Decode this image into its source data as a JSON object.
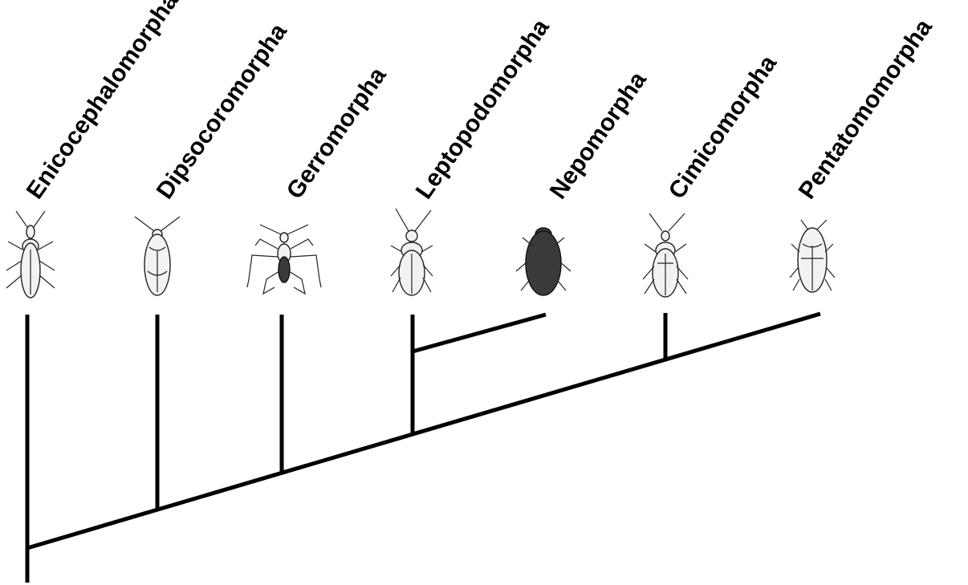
{
  "taxa": [
    {
      "id": "enicocephalomorpha",
      "label": "Enicocephalomorpha",
      "icon": "insect-icon"
    },
    {
      "id": "dipsocoromorpha",
      "label": "Dipsocoromorpha",
      "icon": "insect-icon"
    },
    {
      "id": "gerromorpha",
      "label": "Gerromorpha",
      "icon": "water-strider-icon"
    },
    {
      "id": "leptopodomorpha",
      "label": "Leptopodomorpha",
      "icon": "insect-icon"
    },
    {
      "id": "nepomorpha",
      "label": "Nepomorpha",
      "icon": "water-bug-icon"
    },
    {
      "id": "cimicomorpha",
      "label": "Cimicomorpha",
      "icon": "insect-icon"
    },
    {
      "id": "pentatomomorpha",
      "label": "Pentatomomorpha",
      "icon": "insect-icon"
    }
  ],
  "colors": {
    "line": "#000000",
    "text": "#000000",
    "background": "#ffffff"
  }
}
